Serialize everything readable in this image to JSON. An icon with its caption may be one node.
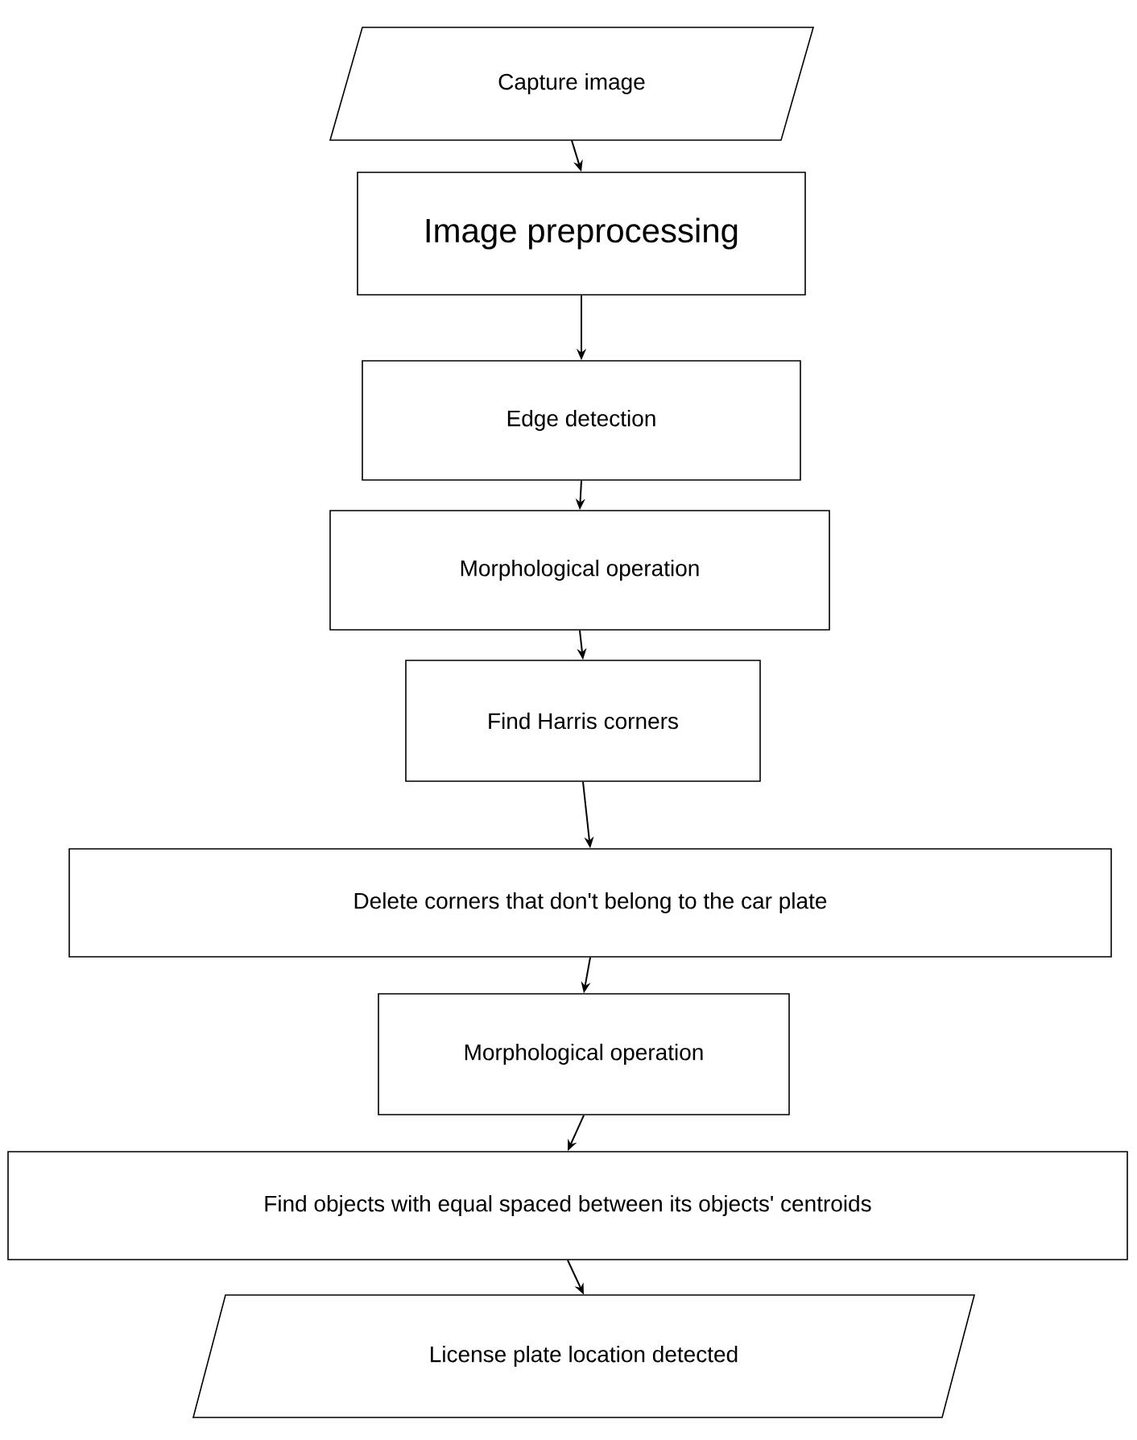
{
  "diagram": {
    "nodes": [
      {
        "text": [
          "Capture image"
        ]
      },
      {
        "text": [
          "Image preprocessing"
        ]
      },
      {
        "text": [
          "Edge detection"
        ]
      },
      {
        "text": [
          "Morphological operation"
        ]
      },
      {
        "text": [
          "Find Harris corners"
        ]
      },
      {
        "text": [
          "Delete corners that don't belong to the car plate"
        ]
      },
      {
        "text": [
          "Morphological operation"
        ]
      },
      {
        "text": [
          "Find objects with equal spaced between its objects' centroids"
        ]
      },
      {
        "text": [
          "License plate location detected"
        ]
      }
    ],
    "edges": [
      {
        "from": 0,
        "to": 1,
        "arrow": "to"
      },
      {
        "from": 1,
        "to": 2,
        "arrow": "to"
      },
      {
        "from": 2,
        "to": 3,
        "arrow": "to"
      },
      {
        "from": 3,
        "to": 4,
        "arrow": "to"
      },
      {
        "from": 4,
        "to": 5,
        "arrow": "to"
      },
      {
        "from": 5,
        "to": 6,
        "arrow": "to"
      },
      {
        "from": 6,
        "to": 7,
        "arrow": "to"
      },
      {
        "from": 7,
        "to": 8,
        "arrow": "to"
      }
    ]
  }
}
